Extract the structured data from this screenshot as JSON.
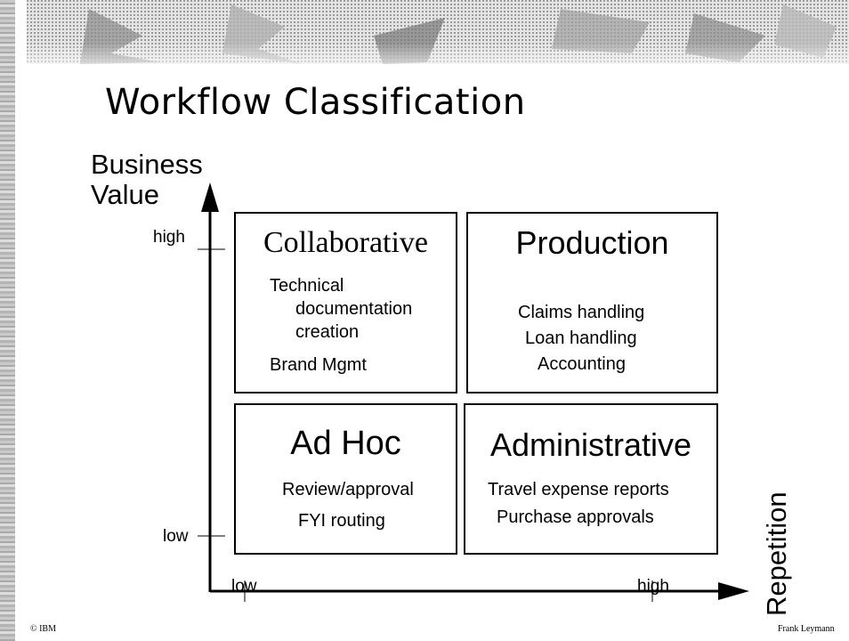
{
  "slide": {
    "title": "Workflow Classification",
    "footer_left": "© IBM",
    "footer_right": "Frank Leymann"
  },
  "axes": {
    "y_label": "Business\nValue",
    "y_high": "high",
    "y_low": "low",
    "x_label": "Repetition",
    "x_low": "low",
    "x_high": "high"
  },
  "quadrants": {
    "collaborative": {
      "title": "Collaborative",
      "items": [
        "Technical",
        "documentation",
        "creation",
        "Brand Mgmt"
      ]
    },
    "production": {
      "title": "Production",
      "items": [
        "Claims handling",
        "Loan handling",
        "Accounting"
      ]
    },
    "adhoc": {
      "title": "Ad Hoc",
      "items": [
        "Review/approval",
        "FYI routing"
      ]
    },
    "administrative": {
      "title": "Administrative",
      "items": [
        "Travel expense reports",
        "Purchase approvals"
      ]
    }
  }
}
